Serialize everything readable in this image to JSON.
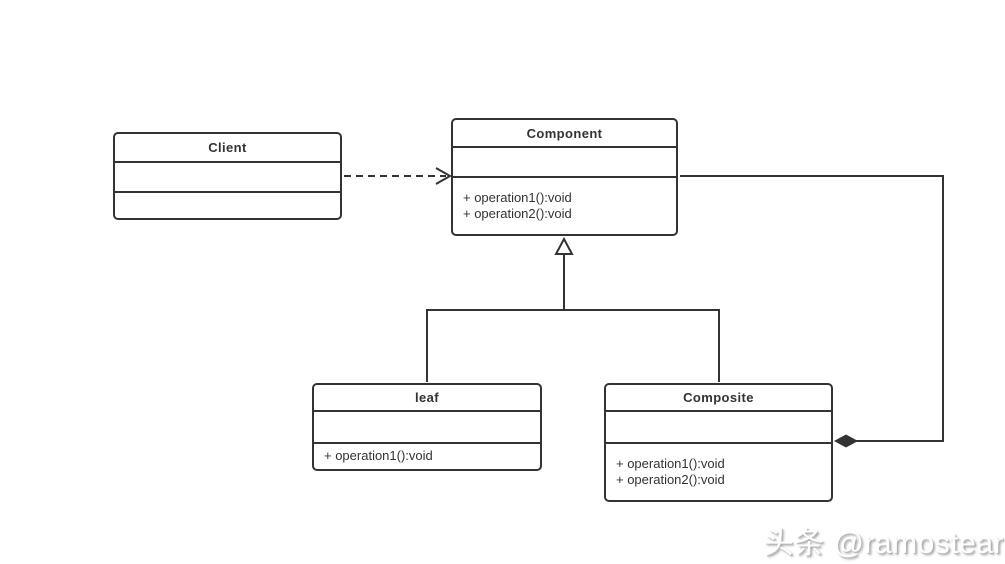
{
  "diagram": {
    "kind": "uml-class-diagram",
    "background_color": "#ffffff",
    "line_color": "#333333",
    "text_color": "#333333"
  },
  "classes": {
    "client": {
      "name": "Client",
      "attributes": [],
      "methods": []
    },
    "component": {
      "name": "Component",
      "attributes": [],
      "methods": [
        "+ operation1():void",
        "+ operation2():void"
      ]
    },
    "leaf": {
      "name": "leaf",
      "attributes": [],
      "methods": [
        "+ operation1():void"
      ]
    },
    "composite": {
      "name": "Composite",
      "attributes": [],
      "methods": [
        "+ operation1():void",
        "+ operation2():void"
      ]
    }
  },
  "relationships": [
    {
      "type": "dependency",
      "from": "Client",
      "to": "Component",
      "line": "dashed",
      "marker": "open-arrow"
    },
    {
      "type": "generalization",
      "from": "leaf",
      "to": "Component",
      "line": "solid",
      "marker": "hollow-triangle"
    },
    {
      "type": "generalization",
      "from": "Composite",
      "to": "Component",
      "line": "solid",
      "marker": "hollow-triangle"
    },
    {
      "type": "composition",
      "from": "Composite",
      "to": "Component",
      "line": "solid",
      "marker": "filled-diamond"
    }
  ],
  "watermark": {
    "text": "头条 @ramostear"
  }
}
